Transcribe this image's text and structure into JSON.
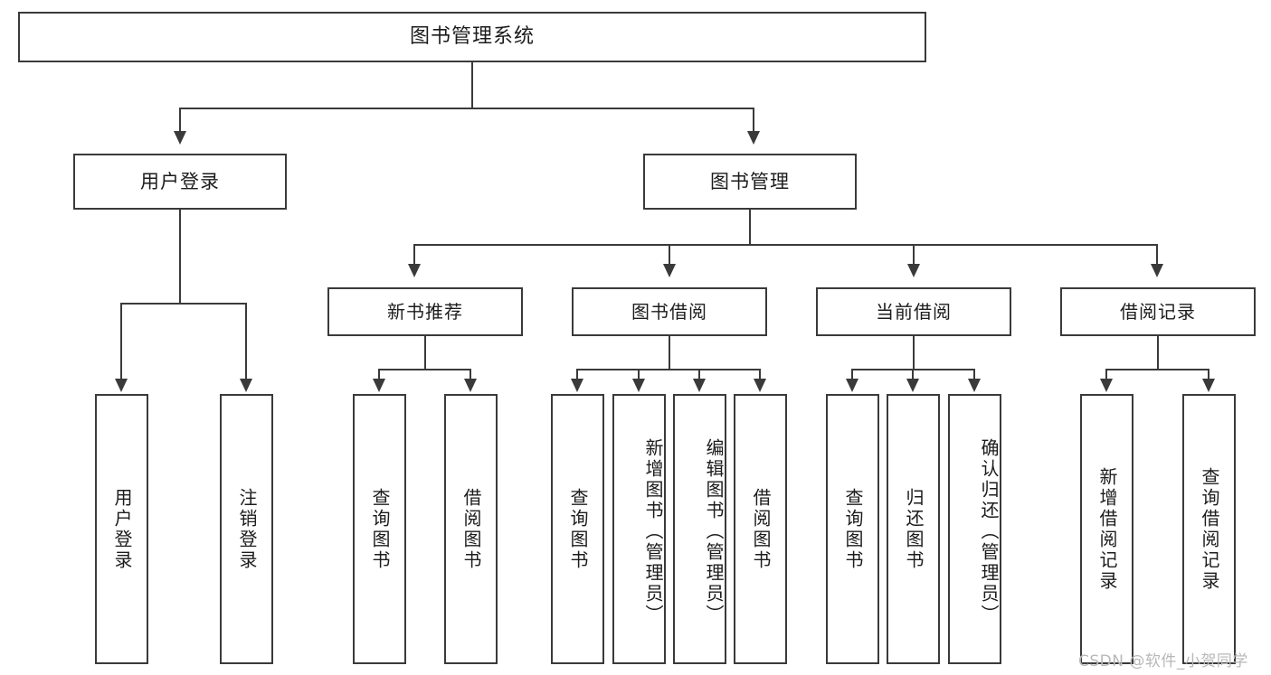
{
  "diagram": {
    "title": "图书管理系统",
    "type": "tree",
    "root": {
      "label": "图书管理系统"
    },
    "level2": [
      {
        "label": "用户登录"
      },
      {
        "label": "图书管理"
      }
    ],
    "level3": [
      {
        "label": "新书推荐"
      },
      {
        "label": "图书借阅"
      },
      {
        "label": "当前借阅"
      },
      {
        "label": "借阅记录"
      }
    ],
    "leaves": {
      "user_login": [
        {
          "label": "用户登录"
        },
        {
          "label": "注销登录"
        }
      ],
      "new_book_recommend": [
        {
          "label": "查询图书"
        },
        {
          "label": "借阅图书"
        }
      ],
      "book_borrow": [
        {
          "label": "查询图书"
        },
        {
          "label": "新增图书（管理员）"
        },
        {
          "label": "编辑图书（管理员）"
        },
        {
          "label": "借阅图书"
        }
      ],
      "current_borrow": [
        {
          "label": "查询图书"
        },
        {
          "label": "归还图书"
        },
        {
          "label": "确认归还（管理员）"
        }
      ],
      "borrow_record": [
        {
          "label": "新增借阅记录"
        },
        {
          "label": "查询借阅记录"
        }
      ]
    }
  },
  "watermark": {
    "text": "CSDN @软件_小贺同学"
  },
  "colors": {
    "box_border": "#3a3a3a",
    "box_fill": "#ffffff",
    "text": "#1c1c1c",
    "connector": "#3a3a3a",
    "watermark": "#b8b8b8"
  }
}
